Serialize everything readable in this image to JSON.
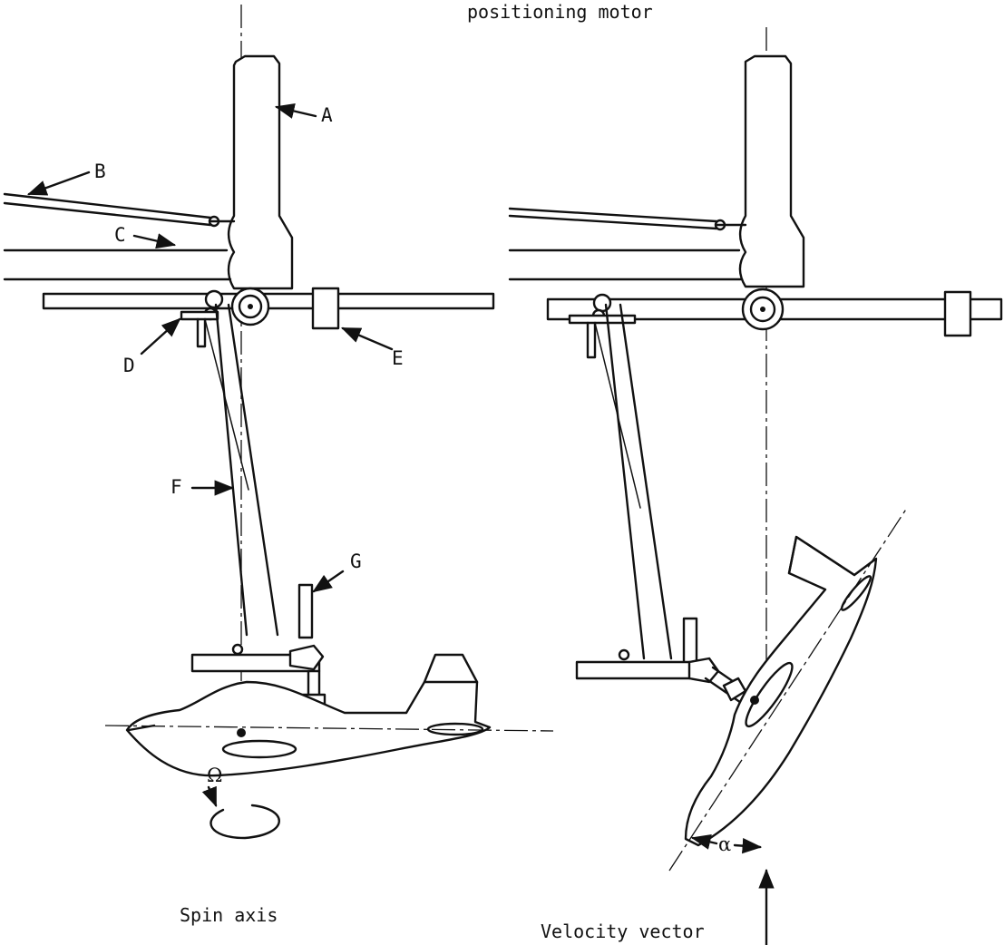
{
  "top_caption": "positioning motor",
  "labels": {
    "A": "A",
    "B": "B",
    "C": "C",
    "D": "D",
    "E": "E",
    "F": "F",
    "G": "G"
  },
  "symbols": {
    "omega": "Ω",
    "alpha": "α"
  },
  "captions": {
    "spin_axis": "Spin axis",
    "velocity_vector": "Velocity vector"
  }
}
